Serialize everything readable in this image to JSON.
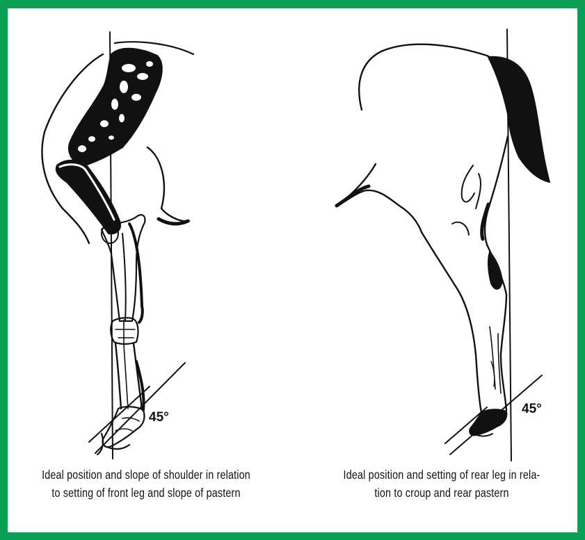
{
  "figure": {
    "left": {
      "angle_label": "45°",
      "caption_lines": [
        "Ideal position and slope of shoulder in relation",
        "to setting of front leg and slope of pastern"
      ]
    },
    "right": {
      "angle_label": "45°",
      "caption_lines": [
        "Ideal position and setting of rear leg in rela-",
        "tion to croup and rear pastern"
      ]
    }
  },
  "colors": {
    "frame": "#0a9e55",
    "ink": "#111111",
    "background": "#ffffff"
  }
}
